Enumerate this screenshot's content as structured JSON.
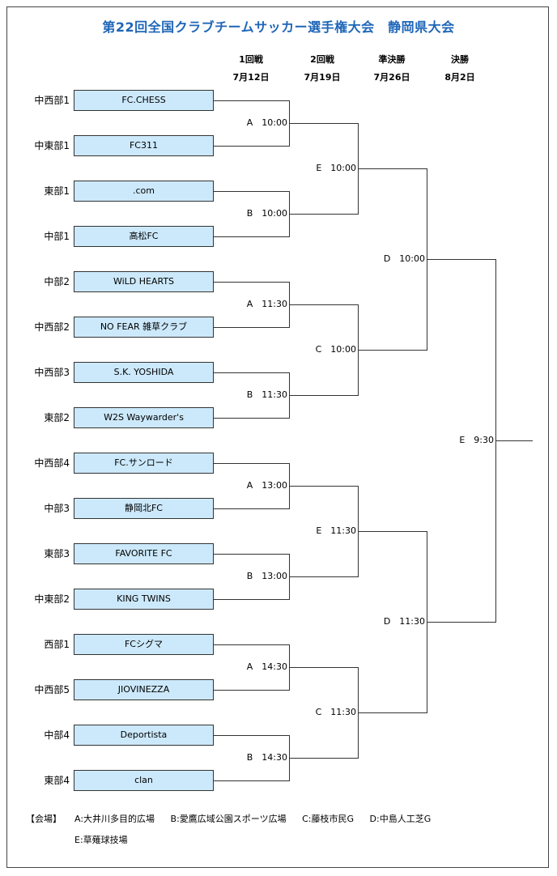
{
  "title": "第22回全国クラブチームサッカー選手権大会　静岡県大会",
  "rounds": [
    {
      "name": "1回戦",
      "date": "7月12日"
    },
    {
      "name": "2回戦",
      "date": "7月19日"
    },
    {
      "name": "準決勝",
      "date": "7月26日"
    },
    {
      "name": "決勝",
      "date": "8月2日"
    }
  ],
  "teams": [
    {
      "seed": "中西部1",
      "name": "FC.CHESS"
    },
    {
      "seed": "中東部1",
      "name": "FC311"
    },
    {
      "seed": "東部1",
      "name": ".com"
    },
    {
      "seed": "中部1",
      "name": "高松FC"
    },
    {
      "seed": "中部2",
      "name": "WiLD HEARTS"
    },
    {
      "seed": "中西部2",
      "name": "NO FEAR 雑草クラブ"
    },
    {
      "seed": "中西部3",
      "name": "S.K. YOSHIDA"
    },
    {
      "seed": "東部2",
      "name": "W2S Waywarder's"
    },
    {
      "seed": "中西部4",
      "name": "FC.サンロード"
    },
    {
      "seed": "中部3",
      "name": "静岡北FC"
    },
    {
      "seed": "東部3",
      "name": "FAVORITE FC"
    },
    {
      "seed": "中東部2",
      "name": "KING TWINS"
    },
    {
      "seed": "西部1",
      "name": "FCシグマ"
    },
    {
      "seed": "中西部5",
      "name": "JIOVINEZZA"
    },
    {
      "seed": "中部4",
      "name": "Deportista"
    },
    {
      "seed": "東部4",
      "name": "clan"
    }
  ],
  "matches": {
    "round1": [
      "A　10:00",
      "B　10:00",
      "A　11:30",
      "B　11:30",
      "A　13:00",
      "B　13:00",
      "A　14:30",
      "B　14:30"
    ],
    "round2": [
      "E　10:00",
      "C　10:00",
      "E　11:30",
      "C　11:30"
    ],
    "semifinal": [
      "D　10:00",
      "D　11:30"
    ],
    "final": "E　9:30"
  },
  "venues": {
    "label": "【会場】",
    "line1": [
      "A:大井川多目的広場",
      "B:愛鷹広域公園スポーツ広場",
      "C:藤枝市民G",
      "D:中島人工芝G"
    ],
    "line2": [
      "E:草薙球技場"
    ]
  }
}
